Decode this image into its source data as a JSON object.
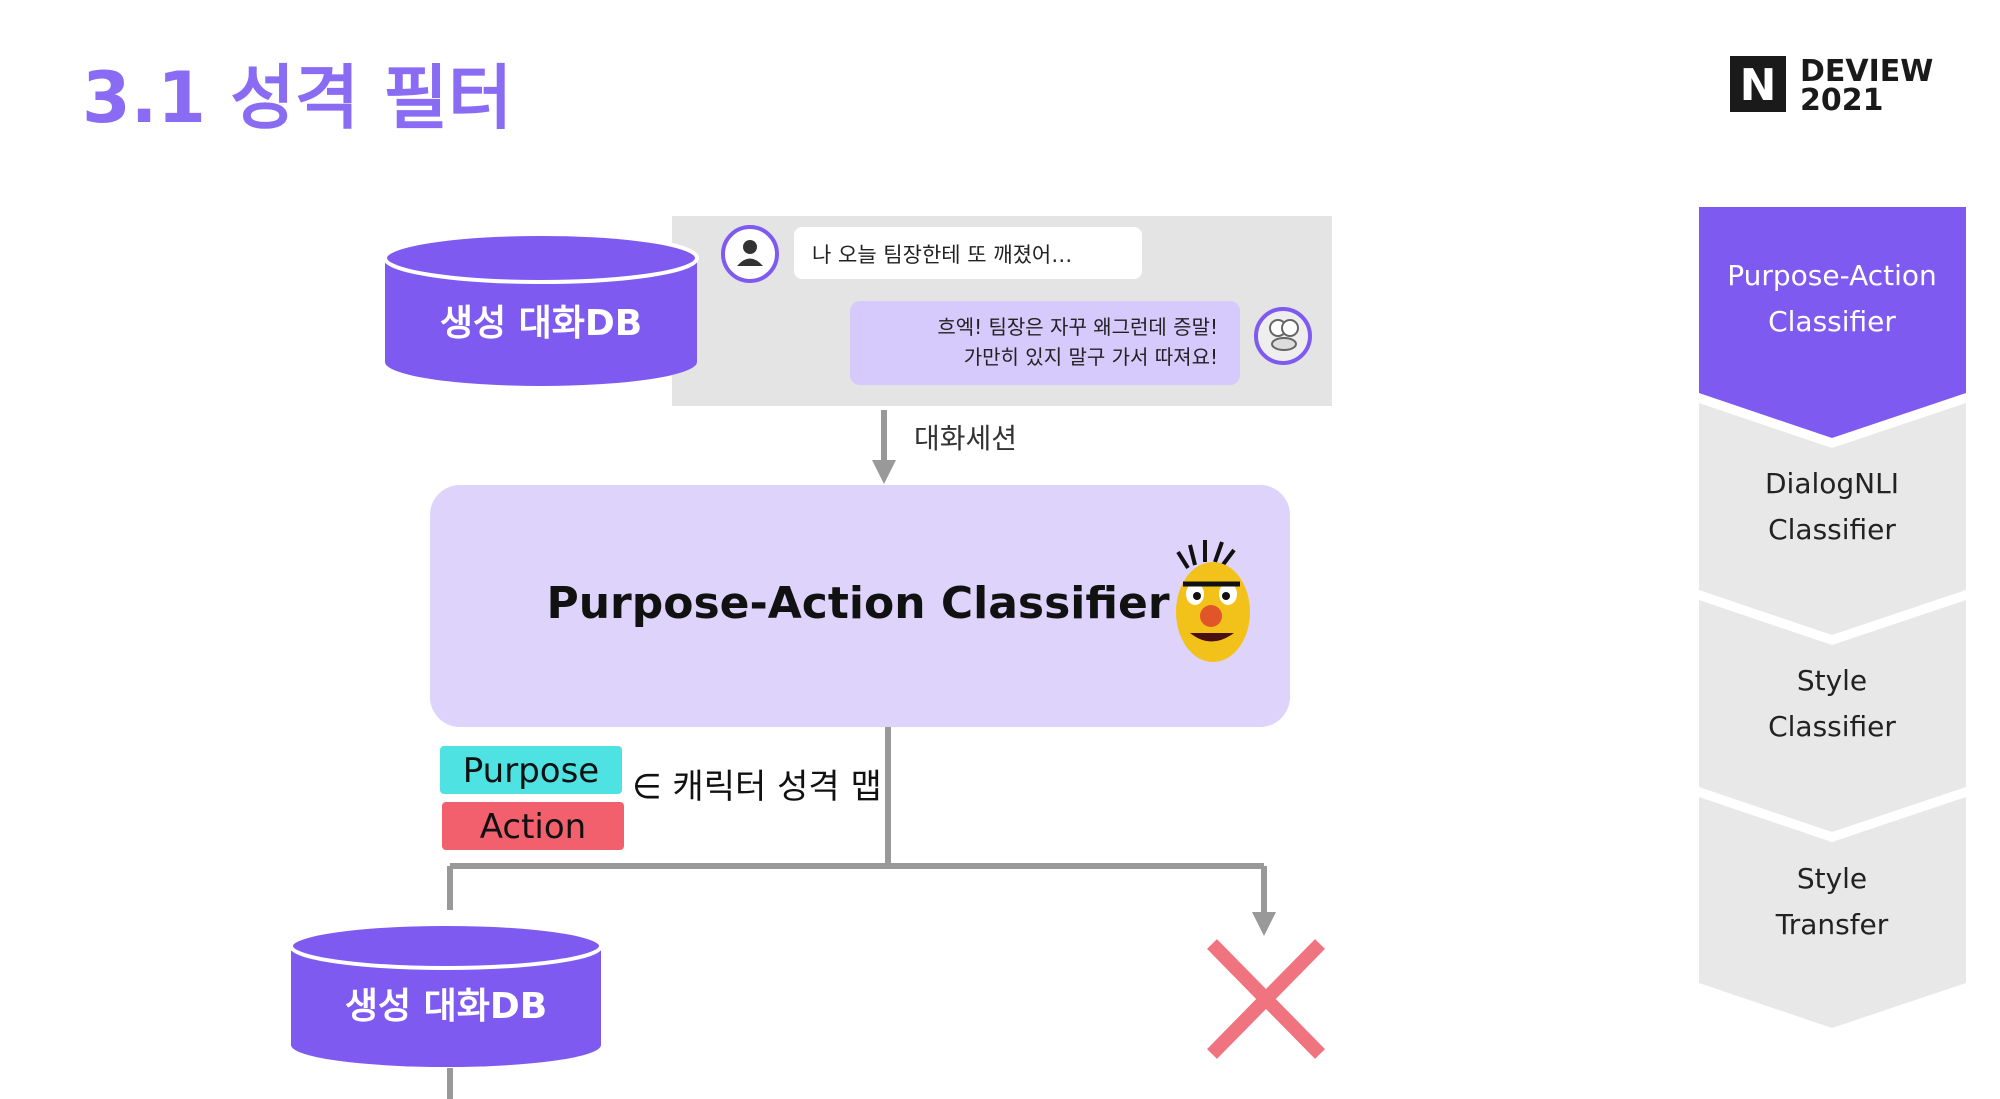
{
  "slide": {
    "title": "3.1 성격 필터",
    "brand": {
      "logo_letter": "N",
      "name": "DEVIEW",
      "year": "2021"
    }
  },
  "colors": {
    "title": "#8a6cf4",
    "db_fill": "#7f5af0",
    "db_rim": "#b6a2f7",
    "classifier_box": "#ddd3fb",
    "chat_panel": "#e4e4e4",
    "bot_bubble": "#d6c9fb",
    "purpose_tag": "#4fe2e2",
    "action_tag": "#f2606e",
    "line": "#999999",
    "reject": "#f07480",
    "pipeline_active": "#7f5af0",
    "pipeline_inactive": "#e8e8e8"
  },
  "diagram": {
    "db_top_label": "생성 대화DB",
    "db_bottom_label": "생성 대화DB",
    "chat": {
      "user_message": "나 오늘 팀장한테 또 깨졌어…",
      "bot_message_line1": "흐엑! 팀장은 자꾸 왜그런데 증말!",
      "bot_message_line2": "가만히 있지 말구 가서 따져요!",
      "user_avatar_icon": "user-icon",
      "bot_avatar_icon": "bot-character-icon"
    },
    "session_label": "대화세션",
    "classifier_label": "Purpose-Action Classifier",
    "classifier_character_icon": "bert-character-icon",
    "purpose_tag": "Purpose",
    "action_tag": "Action",
    "membership_label": "∈ 캐릭터 성격 맵",
    "reject_icon": "reject-x-icon"
  },
  "pipeline": {
    "steps": [
      {
        "line1": "Purpose-Action",
        "line2": "Classifier",
        "active": true
      },
      {
        "line1": "DialogNLI",
        "line2": "Classifier",
        "active": false
      },
      {
        "line1": "Style",
        "line2": "Classifier",
        "active": false
      },
      {
        "line1": "Style",
        "line2": "Transfer",
        "active": false
      }
    ]
  }
}
